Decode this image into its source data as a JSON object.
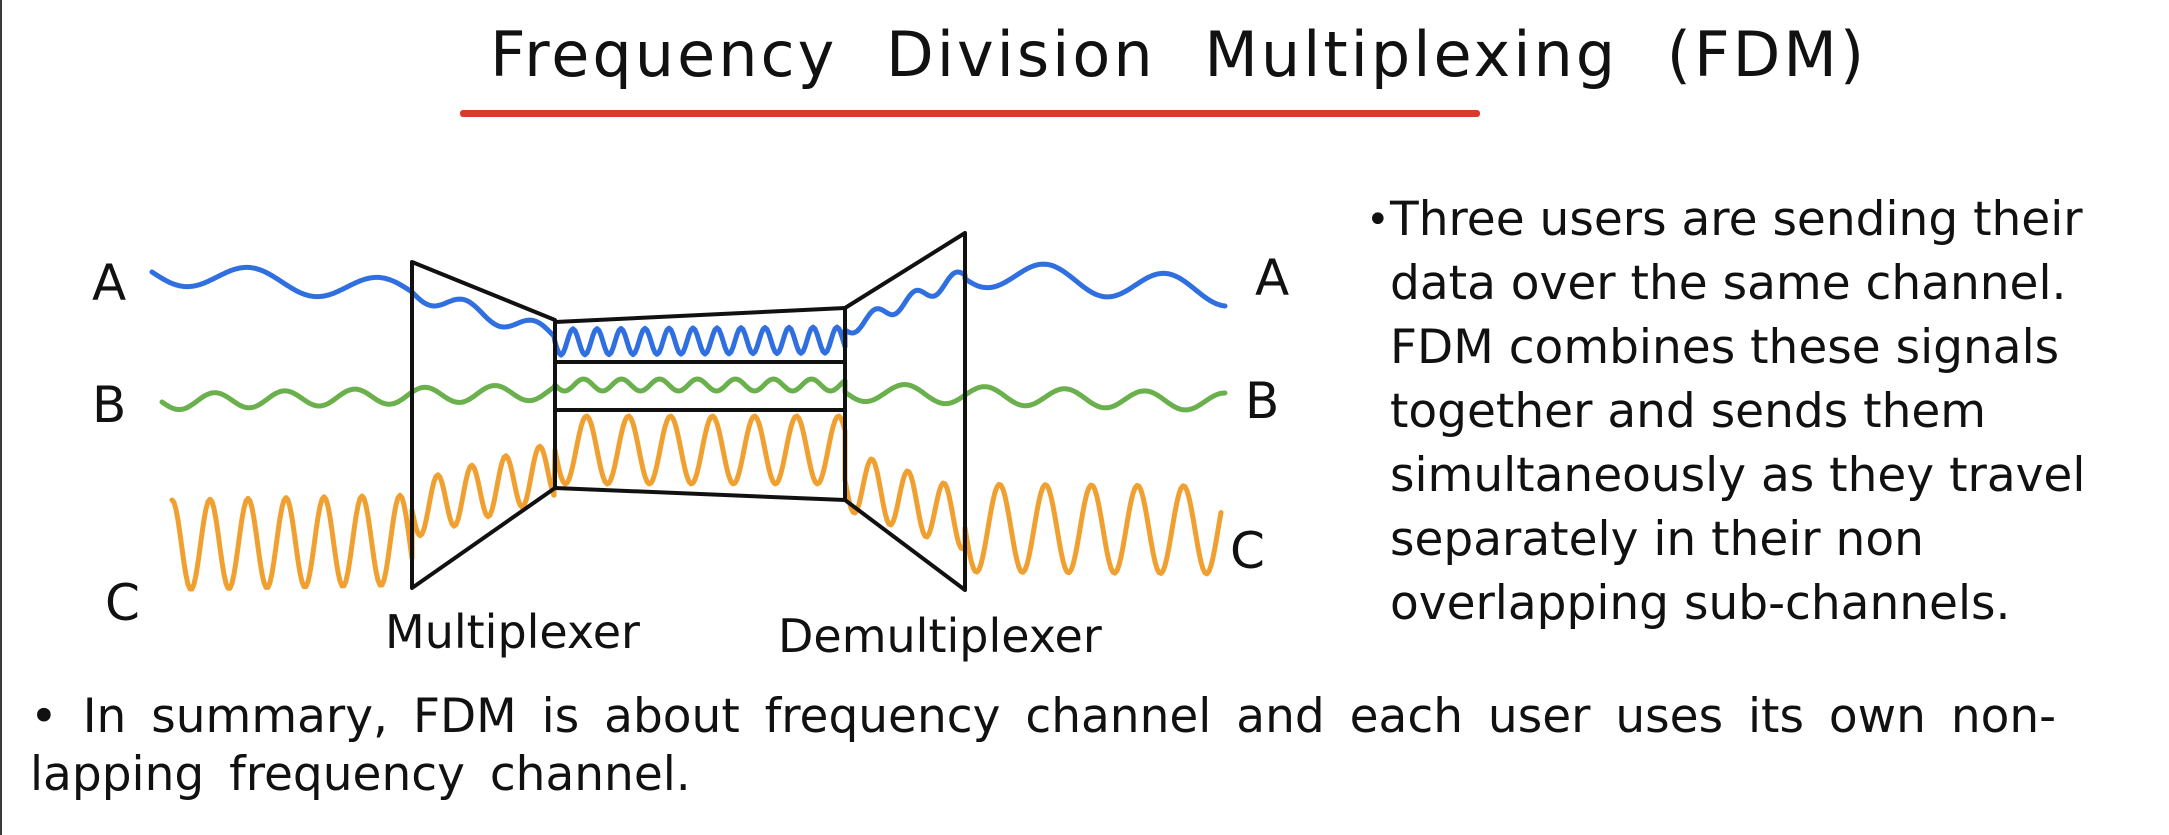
{
  "title": "Frequency Division Multiplexing (FDM)",
  "colors": {
    "underline": "#d93a2b",
    "signal_a": "#2f6fe0",
    "signal_b": "#6ab04c",
    "signal_c": "#f0a030",
    "ink": "#111111"
  },
  "diagram": {
    "inputs": [
      "A",
      "B",
      "C"
    ],
    "outputs": [
      "A",
      "B",
      "C"
    ],
    "multiplexer_label": "Multiplexer",
    "demultiplexer_label": "Demultiplexer"
  },
  "notes": {
    "bullet": "•",
    "text": "Three users are sending their data over the same channel. FDM combines these signals together and sends them simultaneously as they travel separately in their non overlapping sub-channels."
  },
  "summary": {
    "bullet": "•",
    "text": "In summary, FDM is about frequency channel and each user uses its own non-lapping frequency channel."
  }
}
